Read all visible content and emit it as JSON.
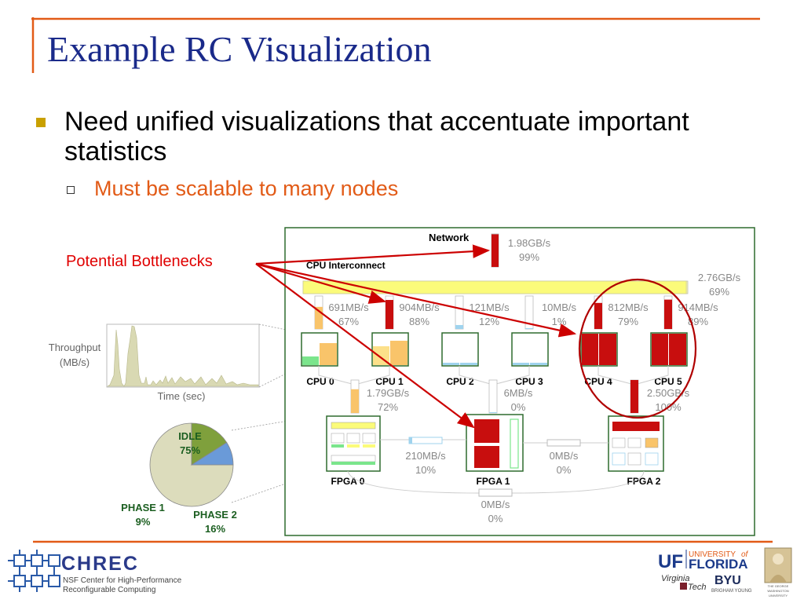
{
  "slide": {
    "title": "Example RC Visualization",
    "bullet1": "Need unified visualizations that accentuate important statistics",
    "bullet2": "Must be scalable to many nodes",
    "annotation": "Potential Bottlenecks"
  },
  "diagram": {
    "network": {
      "label": "Network",
      "rate": "1.98GB/s",
      "pct": "99%",
      "fill": 0.99
    },
    "interconnect": {
      "label": "CPU Interconnect",
      "rate": "2.76GB/s",
      "pct": "69%",
      "fill": 0.69
    },
    "cpus": [
      {
        "name": "CPU 0",
        "rate": "691MB/s",
        "pct": "67%",
        "fill": 0.67,
        "color": "#f9c46a"
      },
      {
        "name": "CPU 1",
        "rate": "904MB/s",
        "pct": "88%",
        "fill": 0.88,
        "color": "#c80e0e"
      },
      {
        "name": "CPU 2",
        "rate": "121MB/s",
        "pct": "12%",
        "fill": 0.12,
        "color": "#9fd3ee"
      },
      {
        "name": "CPU 3",
        "rate": "10MB/s",
        "pct": "1%",
        "fill": 0.01,
        "color": "#9fd3ee"
      },
      {
        "name": "CPU 4",
        "rate": "812MB/s",
        "pct": "79%",
        "fill": 0.79,
        "color": "#c80e0e"
      },
      {
        "name": "CPU 5",
        "rate": "914MB/s",
        "pct": "89%",
        "fill": 0.89,
        "color": "#c80e0e"
      }
    ],
    "cpu_fpga_links": [
      {
        "rate": "1.79GB/s",
        "pct": "72%",
        "fill": 0.72,
        "color": "#f9c46a"
      },
      {
        "rate": "6MB/s",
        "pct": "0%",
        "fill": 0.0,
        "color": "#9fd3ee"
      },
      {
        "rate": "2.50GB/s",
        "pct": "100%",
        "fill": 1.0,
        "color": "#c80e0e"
      }
    ],
    "fpgas": [
      {
        "name": "FPGA 0"
      },
      {
        "name": "FPGA 1"
      },
      {
        "name": "FPGA 2"
      }
    ],
    "fpga_links": [
      {
        "rate": "210MB/s",
        "pct": "10%"
      },
      {
        "rate": "0MB/s",
        "pct": "0%"
      },
      {
        "rate": "0MB/s",
        "pct": "0%"
      }
    ]
  },
  "throughput_chart": {
    "ylabel_line1": "Throughput",
    "ylabel_line2": "(MB/s)",
    "xlabel": "Time (sec)"
  },
  "chart_data": {
    "type": "pie",
    "categories": [
      "IDLE",
      "PHASE 1",
      "PHASE 2"
    ],
    "values": [
      75,
      9,
      16
    ],
    "labels": [
      "75%",
      "9%",
      "16%"
    ],
    "colors": [
      "#dcdcbc",
      "#6a9ad8",
      "#7fa03c"
    ]
  },
  "footer": {
    "org": "CHREC",
    "org_sub1": "NSF Center for High-Performance",
    "org_sub2": "Reconfigurable Computing",
    "uf_small": "UNIVERSITY",
    "uf_of": "of",
    "uf_big": "FLORIDA",
    "uf_mark": "UF",
    "vt_line1": "Virginia",
    "vt_line2": "Tech",
    "byu": "BYU",
    "byu_sub": "BRIGHAM YOUNG",
    "gw_line1": "THE GEORGE",
    "gw_line2": "WASHINGTON",
    "gw_line3": "UNIVERSITY"
  },
  "colors": {
    "title": "#1a2a8a",
    "accent_orange": "#e25b17",
    "bottleneck_red": "#c80e0e",
    "box_green": "#2e6b2e"
  }
}
